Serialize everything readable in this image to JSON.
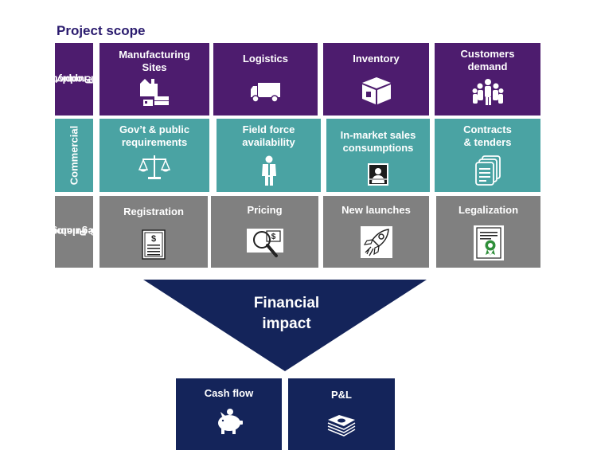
{
  "title": "Project scope",
  "rows": {
    "supply": {
      "label_lines": [
        "Product",
        "Supply"
      ],
      "items": [
        {
          "lines": [
            "Manufacturing",
            "Sites"
          ],
          "icon": "factory-icon"
        },
        {
          "lines": [
            "Logistics"
          ],
          "icon": "truck-icon"
        },
        {
          "lines": [
            "Inventory"
          ],
          "icon": "box-icon"
        },
        {
          "lines": [
            "Customers",
            "demand"
          ],
          "icon": "crowd-icon"
        }
      ]
    },
    "commercial": {
      "label_lines": [
        "Commercial"
      ],
      "items": [
        {
          "lines": [
            "Gov’t & public",
            "requirements"
          ],
          "icon": "scales-icon"
        },
        {
          "lines": [
            "Field  force",
            "availability"
          ],
          "icon": "person-icon"
        },
        {
          "lines": [
            "In-market sales",
            "consumptions"
          ],
          "icon": "pharmacist-icon"
        },
        {
          "lines": [
            "Contracts",
            "& tenders"
          ],
          "icon": "documents-icon"
        }
      ]
    },
    "regulatory": {
      "label_lines": [
        "Regulatory",
        "& Pricing"
      ],
      "items": [
        {
          "lines": [
            "Registration"
          ],
          "icon": "receipt-icon"
        },
        {
          "lines": [
            "Pricing"
          ],
          "icon": "magnifier-dollar-icon"
        },
        {
          "lines": [
            "New launches"
          ],
          "icon": "rocket-icon"
        },
        {
          "lines": [
            "Legalization"
          ],
          "icon": "certificate-icon"
        }
      ]
    }
  },
  "funnel": {
    "lines": [
      "Financial",
      "impact"
    ]
  },
  "outputs": [
    {
      "label": "Cash flow",
      "icon": "piggy-bank-icon"
    },
    {
      "label": "P&L",
      "icon": "money-stack-icon"
    }
  ],
  "colors": {
    "purple": "#4d1c6e",
    "teal": "#4aa3a3",
    "gray": "#808080",
    "navy": "#14245a",
    "title": "#2a1b6e"
  }
}
